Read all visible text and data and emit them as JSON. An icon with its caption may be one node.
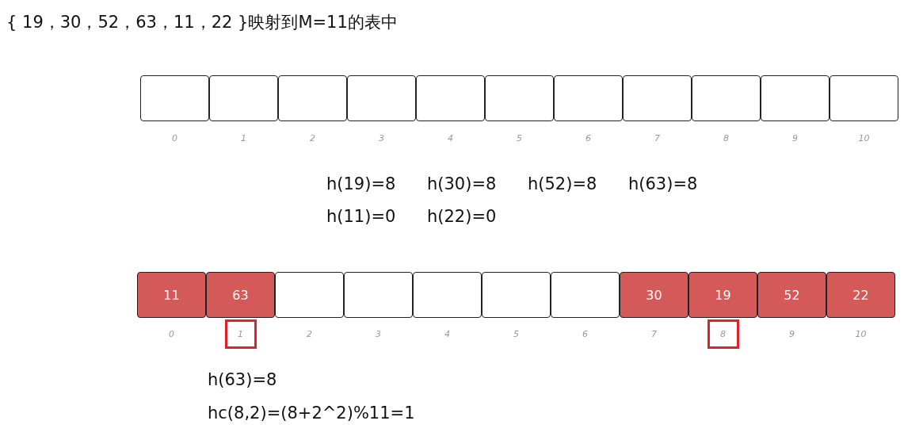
{
  "diagram": {
    "title": "{ 19，30，52，63，11，22 }映射到M=11的表中",
    "nodes": [
      {
        "text": [],
        "shape": "box",
        "beside": [
          "0"
        ]
      },
      {
        "text": [],
        "shape": "box",
        "beside": [
          "1"
        ]
      },
      {
        "text": [],
        "shape": "box",
        "beside": [
          "2"
        ]
      },
      {
        "text": [],
        "shape": "box",
        "beside": [
          "3"
        ]
      },
      {
        "text": [],
        "shape": "box",
        "beside": [
          "4"
        ]
      },
      {
        "text": [],
        "shape": "box",
        "beside": [
          "5"
        ]
      },
      {
        "text": [],
        "shape": "box",
        "beside": [
          "6"
        ]
      },
      {
        "text": [],
        "shape": "box",
        "beside": [
          "7"
        ]
      },
      {
        "text": [],
        "shape": "box",
        "beside": [
          "8"
        ]
      },
      {
        "text": [],
        "shape": "box",
        "beside": [
          "9"
        ]
      },
      {
        "text": [],
        "shape": "box",
        "beside": [
          "10"
        ]
      },
      {
        "text": [
          "11"
        ],
        "beside": [
          "0"
        ]
      },
      {
        "text": [
          "63"
        ],
        "beside": [
          "1"
        ]
      },
      {
        "text": [],
        "shape": "box",
        "beside": [
          "2"
        ]
      },
      {
        "text": [],
        "shape": "box",
        "beside": [
          "3"
        ]
      },
      {
        "text": [],
        "shape": "box",
        "beside": [
          "4"
        ]
      },
      {
        "text": [],
        "shape": "box",
        "beside": [
          "5"
        ]
      },
      {
        "text": [],
        "shape": "box",
        "beside": [
          "6"
        ]
      },
      {
        "text": [
          "30"
        ],
        "beside": [
          "7"
        ]
      },
      {
        "text": [
          "19"
        ],
        "beside": [
          "8"
        ]
      },
      {
        "text": [
          "52"
        ],
        "beside": [
          "9"
        ]
      },
      {
        "text": [
          "22"
        ],
        "beside": [
          "10"
        ]
      }
    ],
    "labels": [
      "h(19)=8",
      "h(30)=8",
      "h(52)=8",
      "h(63)=8",
      "h(11)=0",
      "h(22)=0",
      "h(63)=8",
      "hc(8,2)=(8+2^2)%11=1"
    ]
  }
}
